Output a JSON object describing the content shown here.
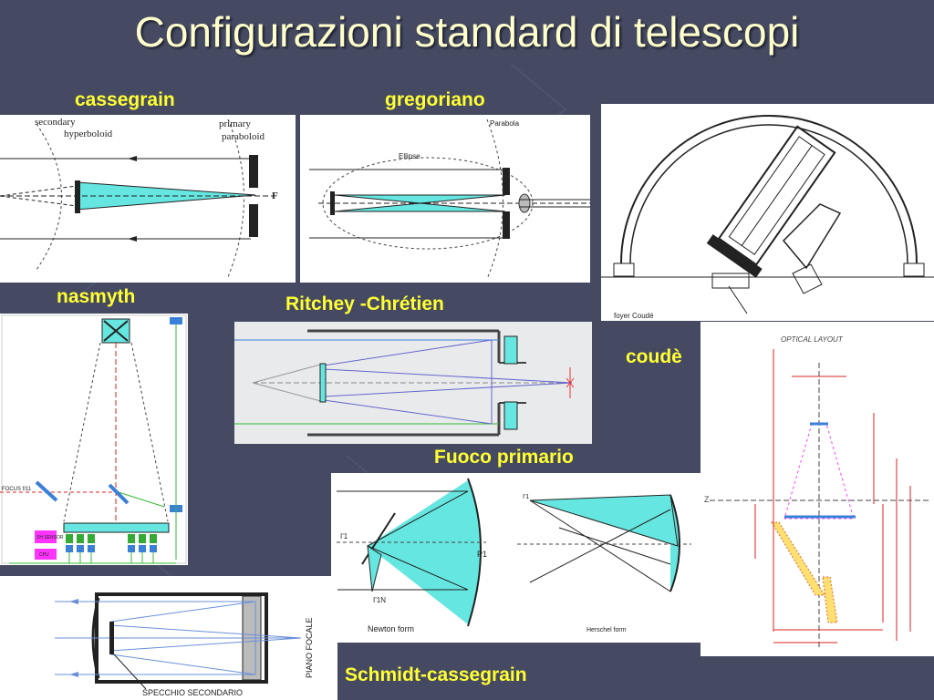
{
  "slide": {
    "title": "Configurazioni standard di telescopi",
    "colors": {
      "background": "#454a62",
      "title": "#ffffcc",
      "label": "#ffff33",
      "mirror_fill": "#66e6e0"
    }
  },
  "labels": {
    "cassegrain": "cassegrain",
    "gregoriano": "gregoriano",
    "nasmyth": "nasmyth",
    "ritchey": "Ritchey -Chrétien",
    "coude": "coudè",
    "fuoco_primario": "Fuoco primario",
    "schmidt": "Schmidt-cassegrain"
  },
  "cassegrain_diagram": {
    "secondary": "secondary",
    "hyperboloid": "hyperboloid",
    "primary": "primary",
    "paraboloid": "paraboloid",
    "focus": "F"
  },
  "gregorian_diagram": {
    "parabola": "Parabola",
    "ellipse": "Ellipse"
  },
  "coude_diagram": {
    "foyer": "foyer Coudé"
  },
  "nasmyth_diagram": {
    "focus": "FOCUS f/11",
    "sh_sensor": "SH SENSOR",
    "cpu": "CPU"
  },
  "optical_layout": {
    "title": "OPTICAL LAYOUT",
    "axis_z": "Z"
  },
  "prime_focus_diagram": {
    "newton_label": "Newton form",
    "herschel_label": "Herschel form",
    "p1": "P1",
    "i1": "I'1",
    "i1n": "I'1N"
  },
  "schmidt_diagram": {
    "secondary_mirror": "SPECCHIO SECONDARIO",
    "focal_plane": "PIANO FOCALE"
  }
}
